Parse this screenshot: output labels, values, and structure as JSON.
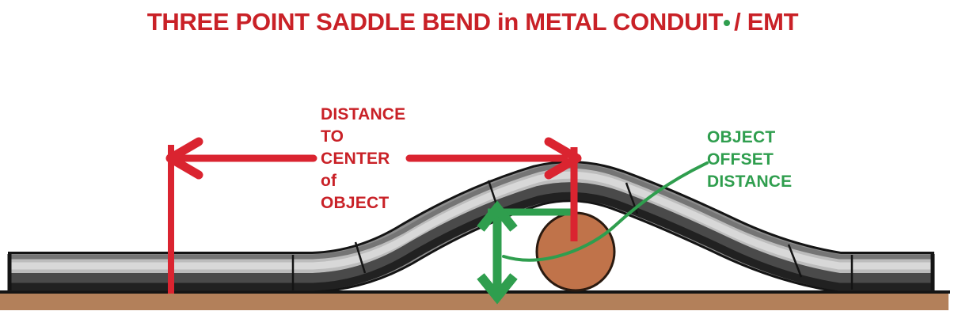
{
  "title": {
    "text_before_dot": "THREE POINT SADDLE BEND in METAL CONDUIT",
    "text_after_dot": "/ EMT"
  },
  "annotations": {
    "distance_to_center": {
      "lines": [
        "DISTANCE",
        "TO",
        "CENTER",
        "of",
        "OBJECT"
      ],
      "color": "#c92127"
    },
    "object_offset": {
      "lines": [
        "OBJECT",
        "OFFSET",
        "DISTANCE"
      ],
      "color": "#2f9e4e"
    }
  },
  "colors": {
    "title_red": "#c92127",
    "dimension_red": "#da2430",
    "dimension_green": "#2f9e4e",
    "title_dot_green": "#2f9e4e",
    "ground_brown": "#b3805a",
    "object_orange": "#c0734a",
    "outline_black": "#141414",
    "pipe_mid_gray": "#8e8e8e",
    "pipe_highlight_gray": "#d8d8d8",
    "pipe_dark_gray": "#212121",
    "background": "#ffffff"
  }
}
